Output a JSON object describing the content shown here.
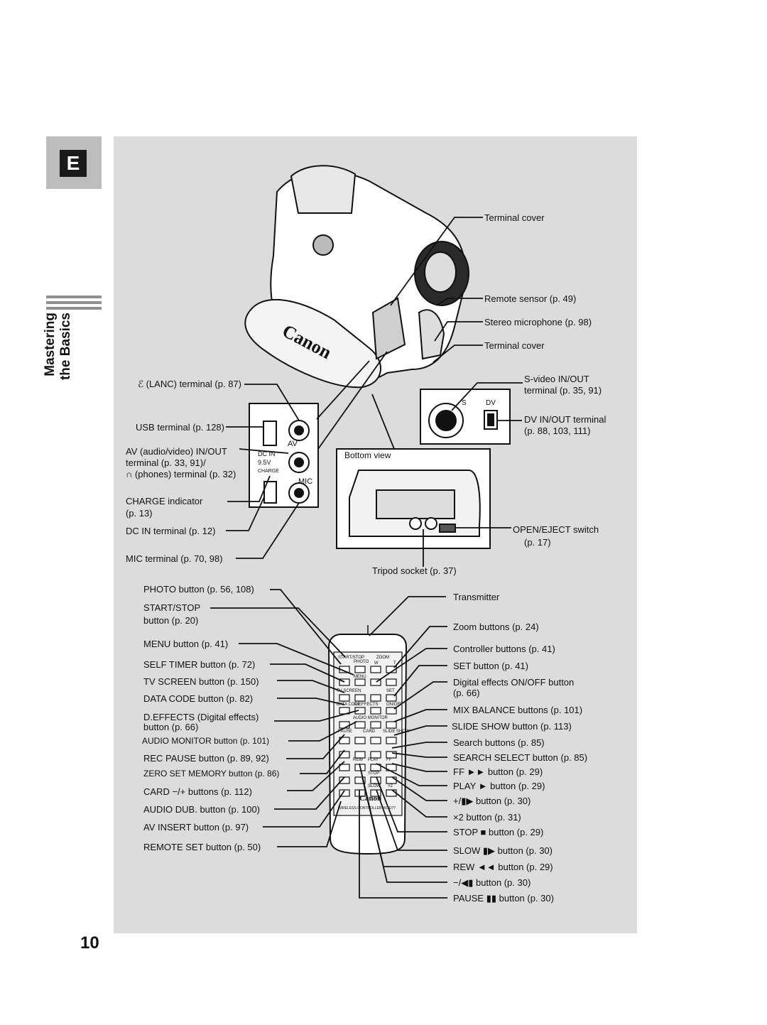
{
  "section_tab": "E",
  "side_title": [
    "Mastering",
    "the Basics"
  ],
  "page_number": "10",
  "camera": {
    "top_right": [
      "Terminal cover",
      "Remote sensor (p. 49)",
      "Stereo microphone (p. 98)",
      "Terminal cover"
    ],
    "jacks_left": [
      "(LANC) terminal (p. 87)",
      "USB terminal (p. 128)",
      "AV (audio/video) IN/OUT",
      "terminal (p. 33, 91)/",
      "(phones) terminal (p. 32)",
      "CHARGE indicator",
      "(p. 13)",
      "DC IN terminal (p. 12)",
      "MIC terminal (p. 70, 98)"
    ],
    "panel_marks": [
      "AV",
      "DC IN",
      "9.5V",
      "CHARGE",
      "MIC",
      "S",
      "DV"
    ],
    "jacks_right": [
      "S-video IN/OUT",
      "terminal (p. 35, 91)",
      "DV IN/OUT terminal",
      "(p. 88, 103, 111)"
    ],
    "bottom_view_label": "Bottom view",
    "open_eject": [
      "OPEN/EJECT  switch",
      "(p. 17)"
    ],
    "tripod": "Tripod socket (p. 37)",
    "brand": "Canon"
  },
  "remote": {
    "left_labels": [
      "PHOTO button (p. 56, 108)",
      "START/STOP",
      "button (p. 20)",
      "MENU button (p. 41)",
      "SELF TIMER button (p. 72)",
      "TV SCREEN button (p. 150)",
      "DATA CODE button (p. 82)",
      "D.EFFECTS (Digital effects)",
      "button (p. 66)",
      "AUDIO MONITOR button (p. 101)",
      "REC PAUSE button (p. 89, 92)",
      "ZERO SET MEMORY button (p. 86)",
      "CARD −/+ buttons (p. 112)",
      "AUDIO DUB. button (p. 100)",
      "AV INSERT button (p. 97)",
      "REMOTE SET button (p. 50)"
    ],
    "right_labels": [
      "Transmitter",
      "Zoom buttons (p. 24)",
      "Controller buttons (p. 41)",
      "SET button (p. 41)",
      "Digital effects ON/OFF button",
      "(p. 66)",
      "MIX BALANCE buttons (p. 101)",
      "SLIDE SHOW button (p. 113)",
      "Search buttons (p. 85)",
      "SEARCH SELECT button (p. 85)",
      "FF ►► button (p. 29)",
      "PLAY ► button (p. 29)",
      "+/▮▶ button (p. 30)",
      "×2 button (p. 31)",
      "STOP ■ button (p. 29)",
      "SLOW ▮▶ button (p. 30)",
      "REW ◄◄ button (p. 29)",
      "−/◀▮ button (p. 30)",
      "PAUSE ▮▮ button (p. 30)"
    ],
    "body_text": [
      "START/STOP",
      "PHOTO",
      "ZOOM",
      "W",
      "T",
      "MENU",
      "SET",
      "TV SCREEN",
      "DATA CODE",
      "D.EFFECTS",
      "ON/OFF",
      "AUDIO MONITOR",
      "SLIDE SHOW",
      "PAUSE",
      "CARD",
      "REW",
      "PLAY",
      "FF",
      "STOP",
      "SLOW",
      "×2",
      "Canon",
      "WIRELESS CONTROLLER WL-D77"
    ]
  }
}
